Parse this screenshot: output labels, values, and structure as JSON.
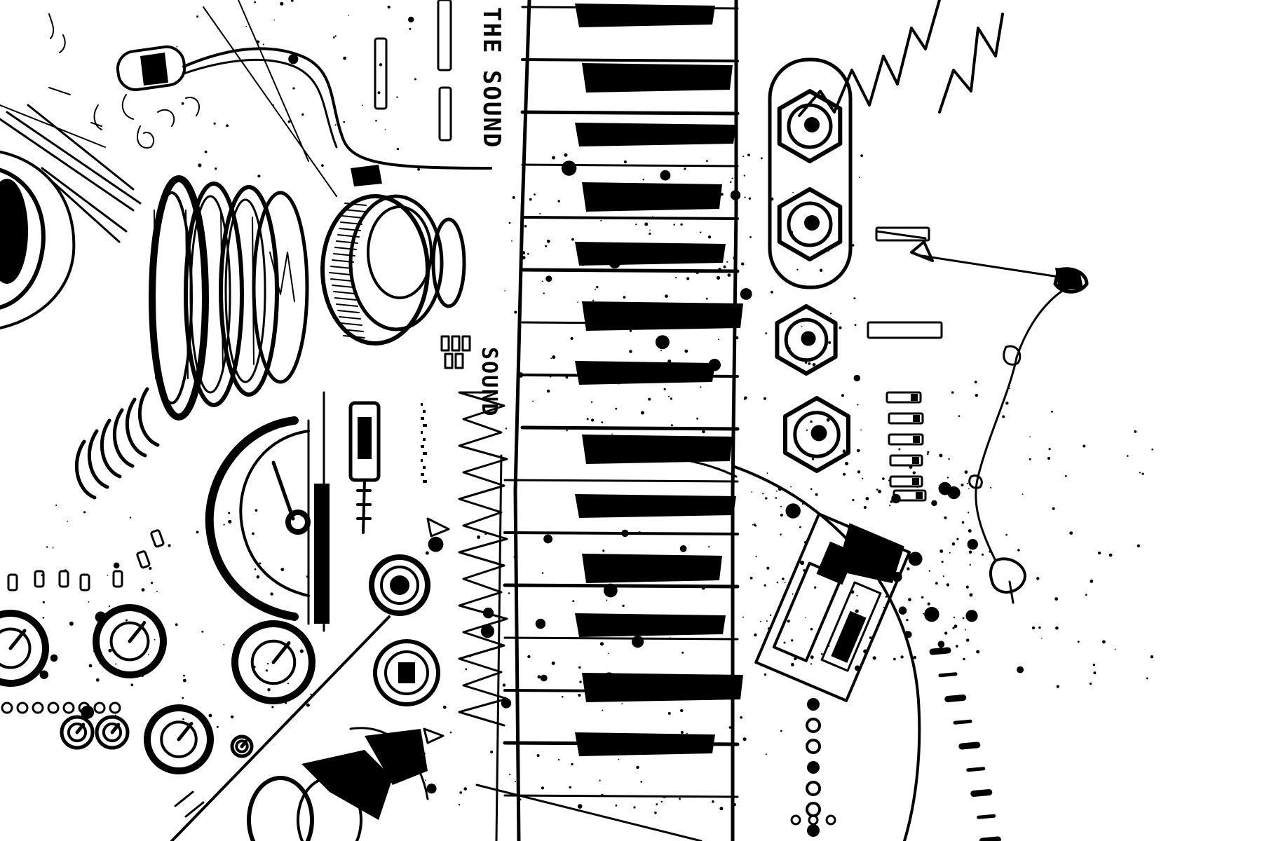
{
  "artwork": {
    "subject": "ink-sketch-synthesizer",
    "ink_color": "#000000",
    "paper_color": "#ffffff",
    "handwritten": {
      "top_label": "THE SOUND",
      "mid_label": "SOUND"
    },
    "keyboard": {
      "white_key_count": 16,
      "black_key_count": 13
    },
    "components": [
      "eye",
      "speaker-rings",
      "big-knob",
      "meter-dial",
      "jacks",
      "sliders",
      "keyboard",
      "patch-cable",
      "fader-box",
      "dial-arc"
    ]
  }
}
